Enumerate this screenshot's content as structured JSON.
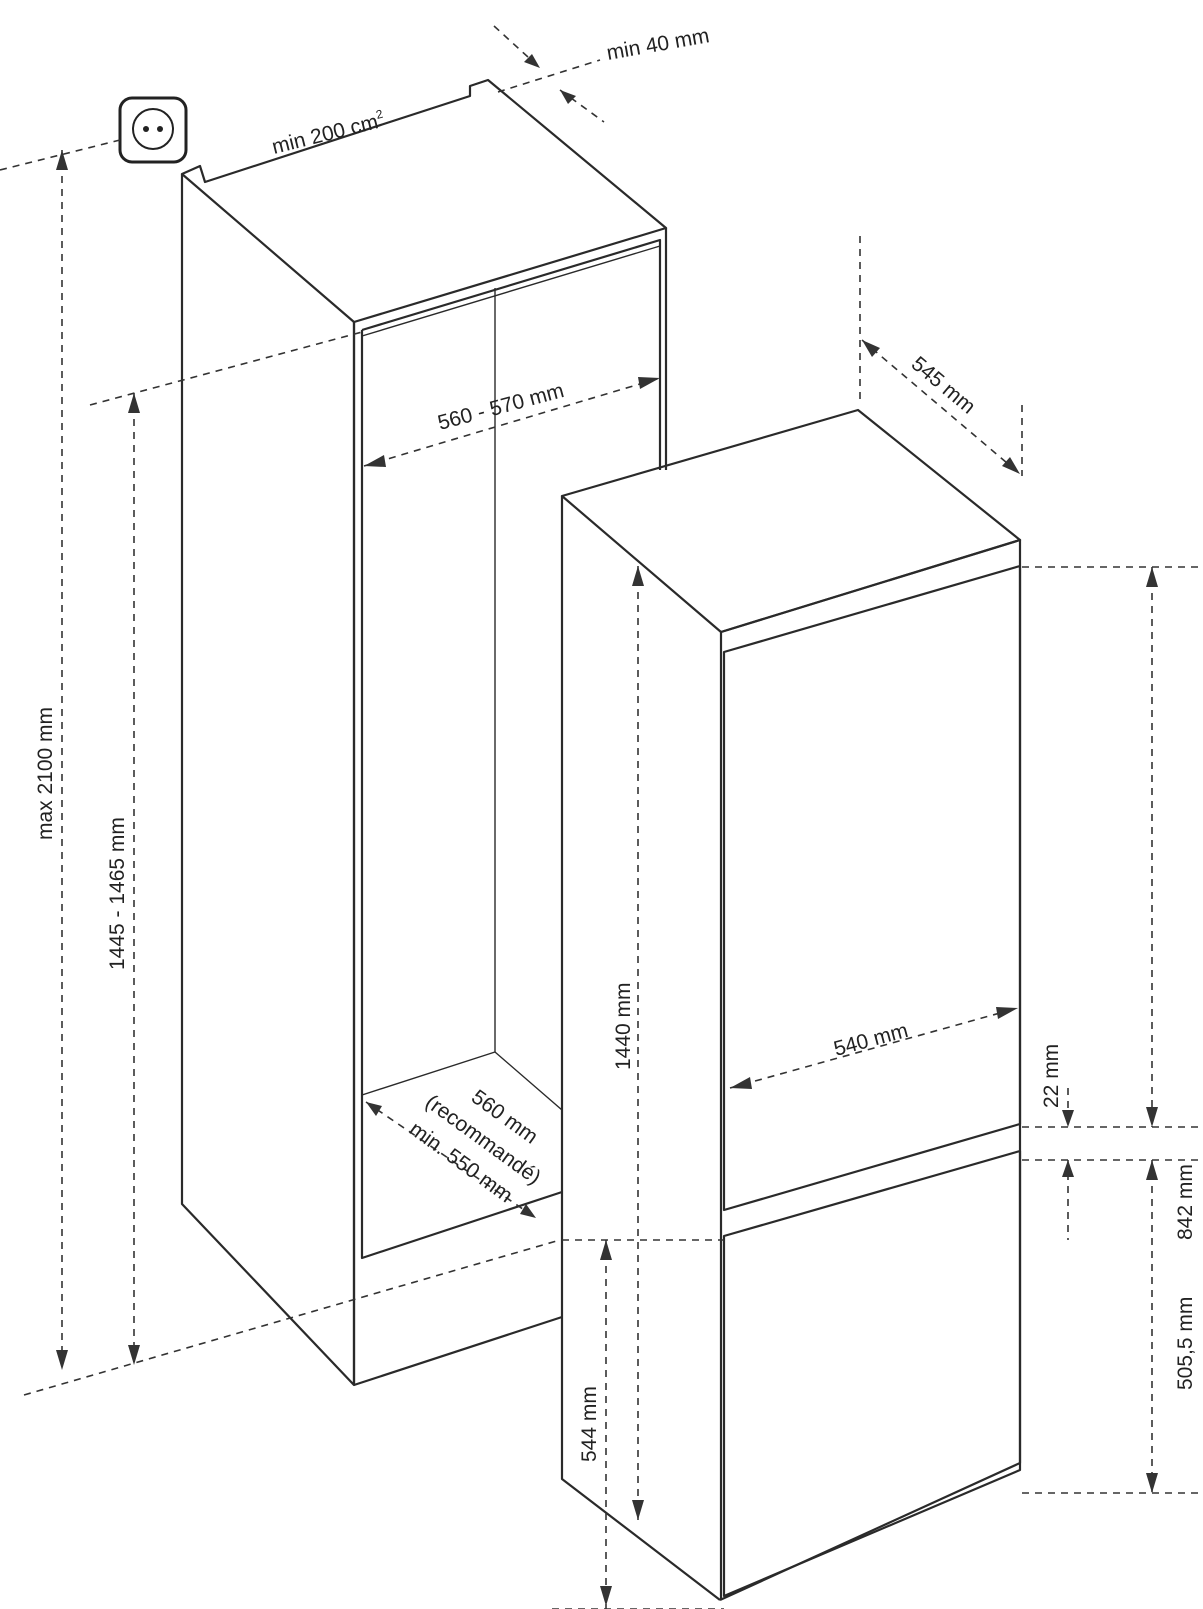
{
  "labels": {
    "min_depth_gap": "min 40 mm",
    "vent_area": "min 200 cm",
    "vent_area_sup": "2",
    "max_height": "max 2100 mm",
    "niche_height": "1445 - 1465 mm",
    "niche_width": "560 - 570 mm",
    "niche_depth_1": "560 mm",
    "niche_depth_2": "(recommandé)",
    "niche_depth_3": "min. 550 mm",
    "appliance_depth": "545 mm",
    "appliance_height": "1440 mm",
    "appliance_width": "540 mm",
    "door_gap": "22 mm",
    "upper_door_height": "842 mm",
    "lower_door_height": "505,5 mm",
    "plinth_height": "544 mm"
  },
  "icons": {
    "socket": "power-socket-icon"
  }
}
